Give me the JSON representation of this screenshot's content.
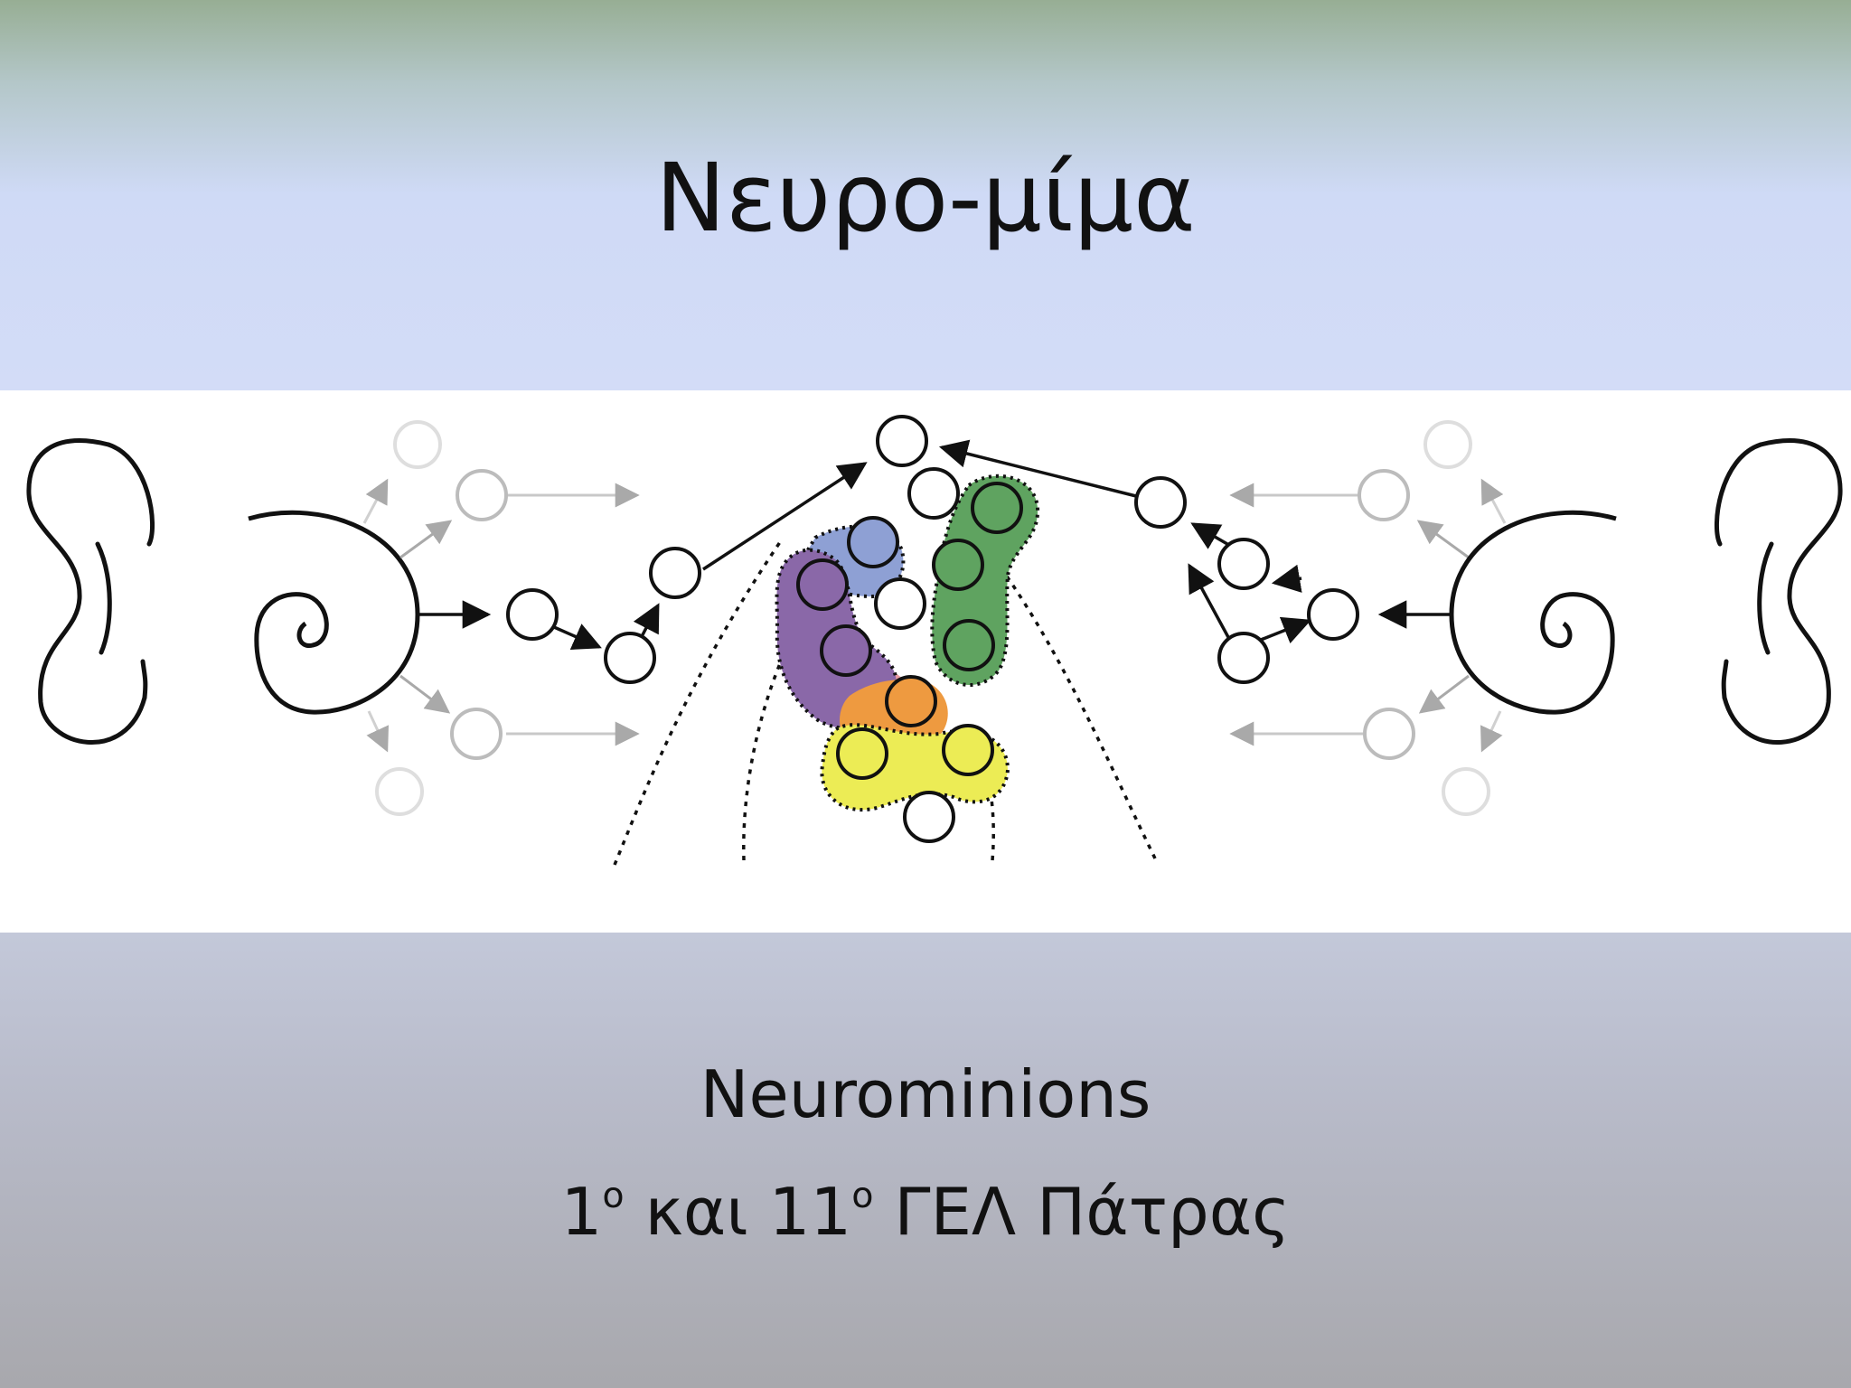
{
  "slide": {
    "title": "Νευρο-μίμα",
    "team_name": "Neurominions",
    "school": {
      "num1": "1",
      "sup1": "ο",
      "mid": " και ",
      "num2": "11",
      "sup2": "ο",
      "rest": " ΓΕΛ Πάτρας"
    }
  },
  "diagram": {
    "type": "auditory-neural-pathway-illustration",
    "icons": [
      "left-ear-icon",
      "left-cochlea-icon",
      "right-ear-icon",
      "right-cochlea-icon"
    ],
    "colors": {
      "purple": "#8a68a8",
      "blue": "#8ea0d4",
      "green": "#5fa360",
      "orange": "#ee9a40",
      "yellow": "#ecec55",
      "pink": "#e89aa0",
      "faded": "#bdbdbd"
    }
  }
}
